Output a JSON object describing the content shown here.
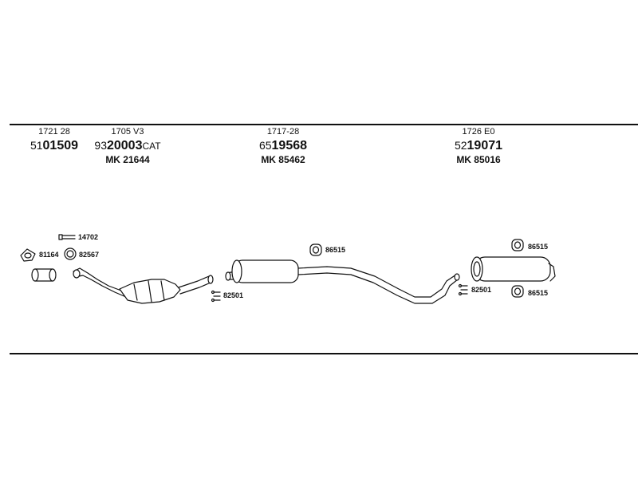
{
  "parts": [
    {
      "ref": "1721 28",
      "prefix": "51",
      "main": "01509",
      "suffix": "",
      "mk": ""
    },
    {
      "ref": "1705 V3",
      "prefix": "93",
      "main": "20003",
      "suffix": "CAT",
      "mk": "MK 21644"
    },
    {
      "ref": "1717-28",
      "prefix": "65",
      "main": "19568",
      "suffix": "",
      "mk": "MK 85462"
    },
    {
      "ref": "1726 E0",
      "prefix": "52",
      "main": "19071",
      "suffix": "",
      "mk": "MK 85016"
    }
  ],
  "hardware": {
    "bolt_14702": "14702",
    "gasket_81164": "81164",
    "ring_82567": "82567",
    "clamp_82501_a": "82501",
    "hanger_86515_a": "86515",
    "clamp_82501_b": "82501",
    "hanger_86515_b": "86515",
    "hanger_86515_c": "86515"
  }
}
